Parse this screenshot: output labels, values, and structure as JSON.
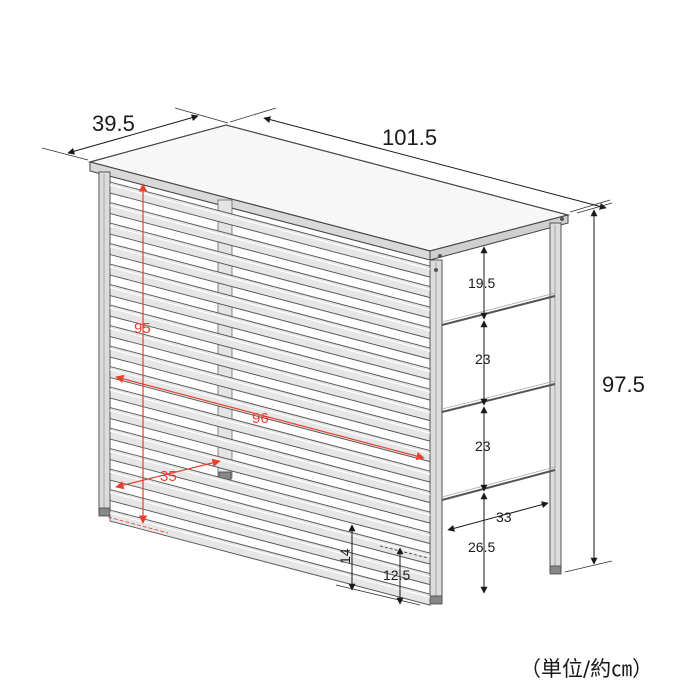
{
  "title": "",
  "outer_dimensions": {
    "depth": "39.5",
    "width": "101.5",
    "height": "97.5"
  },
  "shelf_spacing": {
    "top_gap": "19.5",
    "middle_gap_1": "23",
    "middle_gap_2": "23",
    "bottom_gap": "26.5",
    "shelf_depth": "33"
  },
  "louver_panel": {
    "height": "95",
    "width": "96",
    "depth": "35"
  },
  "clearance": {
    "floor_gap": "14",
    "leg_offset": "12.5"
  },
  "unit_note": "（単位/約㎝）",
  "colors": {
    "frame": "#6b6b6b",
    "panel": "#e6e6e6",
    "red_dimension": "#e8402f",
    "black_dimension": "#1a1a1a"
  }
}
